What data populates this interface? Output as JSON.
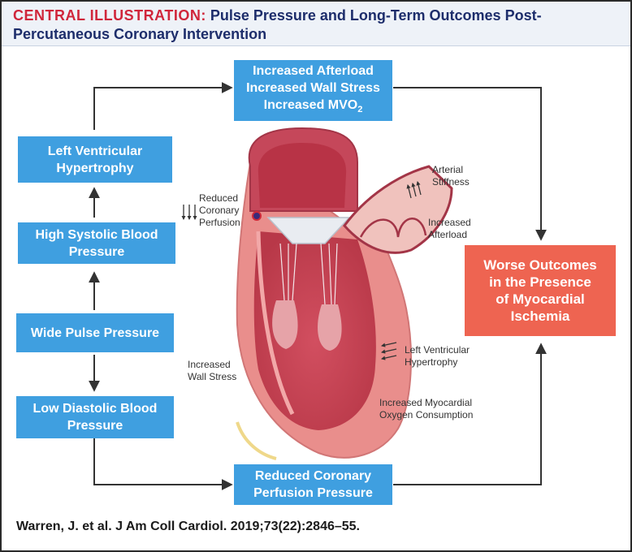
{
  "header": {
    "lead": "CENTRAL ILLUSTRATION:",
    "title": " Pulse Pressure and Long-Term Outcomes Post-Percutaneous Coronary Intervention"
  },
  "boxes": {
    "lvh": "Left Ventricular\nHypertrophy",
    "high_sbp": "High Systolic Blood\nPressure",
    "wide_pp": "Wide Pulse Pressure",
    "low_dbp": "Low Diastolic Blood\nPressure",
    "afterload_line1": "Increased Afterload",
    "afterload_line2": "Increased Wall Stress",
    "afterload_line3": "Increased MVO",
    "afterload_sub": "2",
    "reduced_cpp": "Reduced Coronary\nPerfusion Pressure",
    "worse": "Worse Outcomes\nin the Presence\nof Myocardial\nIschemia"
  },
  "labels": {
    "arterial_stiffness": "Arterial\nStiffness",
    "increased_afterload": "Increased\nAfterload",
    "reduced_coronary_perfusion": "Reduced\nCoronary\nPerfusion",
    "lv_hypertrophy": "Left Ventricular\nHypertrophy",
    "increased_wall_stress": "Increased\nWall Stress",
    "mvo2": "Increased Myocardial\nOxygen Consumption"
  },
  "citation": "Warren, J. et al. J Am Coll Cardiol. 2019;73(22):2846–55.",
  "colors": {
    "box_blue": "#3f9fe0",
    "box_red": "#ee6451",
    "title_red": "#d0263b",
    "title_navy": "#1d2d6b"
  }
}
